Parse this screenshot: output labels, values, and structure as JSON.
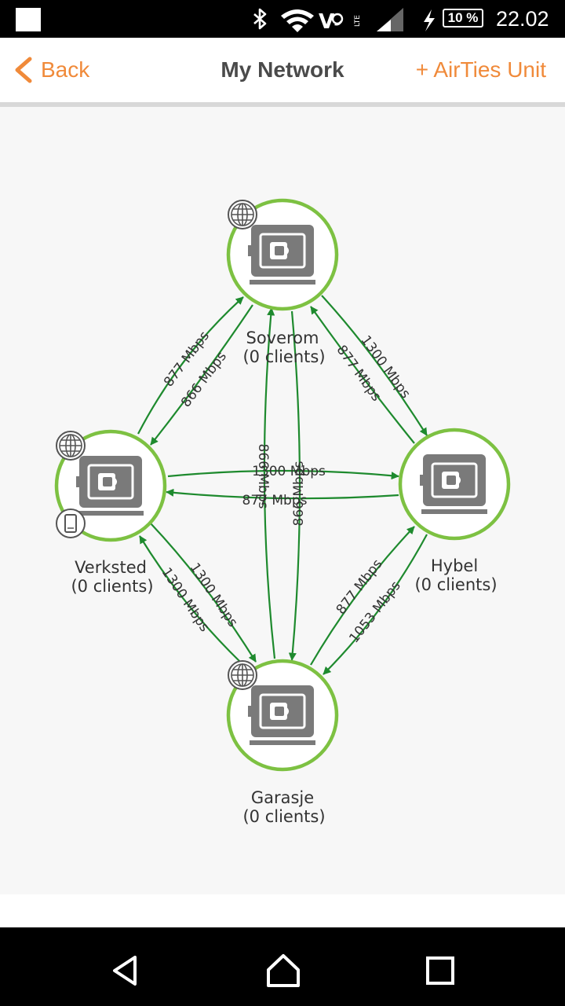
{
  "status_bar": {
    "battery": "10 %",
    "time": "22.02",
    "network_label": "LTE",
    "icons": [
      "notification-square-icon",
      "bluetooth-icon",
      "wifi-icon",
      "volte-icon",
      "signal-icon",
      "charging-icon",
      "battery-icon"
    ]
  },
  "header": {
    "back_label": "Back",
    "title": "My Network",
    "add_label": "+ AirTies Unit"
  },
  "network": {
    "nodes": {
      "soverom": {
        "name": "Soverom",
        "clients": "(0 clients)"
      },
      "verksted": {
        "name": "Verksted",
        "clients": "(0 clients)"
      },
      "hybel": {
        "name": "Hybel",
        "clients": "(0 clients)"
      },
      "garasje": {
        "name": "Garasje",
        "clients": "(0 clients)"
      }
    },
    "links": {
      "verksted_soverom": "877 Mbps",
      "soverom_verksted": "866 Mbps",
      "soverom_hybel": "1300 Mbps",
      "hybel_soverom": "877 Mbps",
      "verksted_hybel": "1300 Mbps",
      "hybel_verksted": "877 Mbps",
      "garasje_soverom": "866 Mbps",
      "soverom_garasje": "866 Mbps",
      "verksted_garasje": "1300 Mbps",
      "garasje_verksted": "1300 Mbps",
      "garasje_hybel": "877 Mbps",
      "hybel_garasje": "1053 Mbps"
    }
  },
  "colors": {
    "accent": "#f08a3a",
    "node_ring": "#7dc142",
    "link_arrow": "#1e8a2e",
    "device": "#7a7a7a"
  },
  "nav": {
    "icons": [
      "back-triangle-icon",
      "home-icon",
      "recents-square-icon"
    ]
  }
}
